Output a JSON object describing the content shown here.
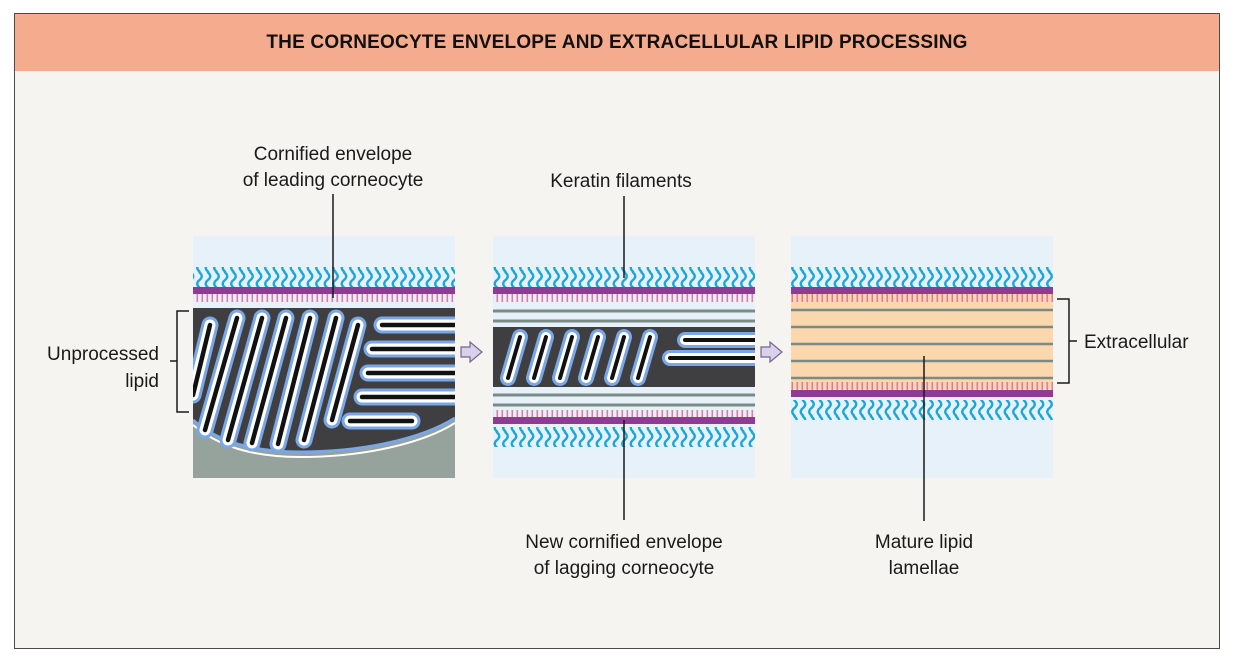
{
  "title": "THE CORNEOCYTE ENVELOPE AND EXTRACELLULAR LIPID PROCESSING",
  "colors": {
    "title_bar": "#f5ac8e",
    "background": "#f6f4f0",
    "panel_bg": "#e6f1fa",
    "lipid_tails": "#1aa6d6",
    "envelope": "#8e3b94",
    "pink_ticks": "#e07aa4",
    "lipid_stack_dark": "#3f3f42",
    "lipid_outline": "#7aa7e6",
    "keratin_lines": "#7a8a85",
    "mature_band": "#fbd7ad",
    "cell_interior": "#96a39c",
    "arrow": "#c9bfe0"
  },
  "labels": {
    "cornified_envelope_leading": [
      "Cornified envelope",
      "of leading corneocyte"
    ],
    "keratin_filaments": "Keratin filaments",
    "unprocessed_lipid": [
      "Unprocessed",
      "lipid"
    ],
    "extracellular": "Extracellular",
    "new_cornified_envelope_lagging": [
      "New cornified envelope",
      "of lagging corneocyte"
    ],
    "mature_lipid_lamellae": [
      "Mature lipid",
      "lamellae"
    ]
  },
  "panels": [
    {
      "name": "unprocessed"
    },
    {
      "name": "intermediate"
    },
    {
      "name": "mature"
    }
  ]
}
